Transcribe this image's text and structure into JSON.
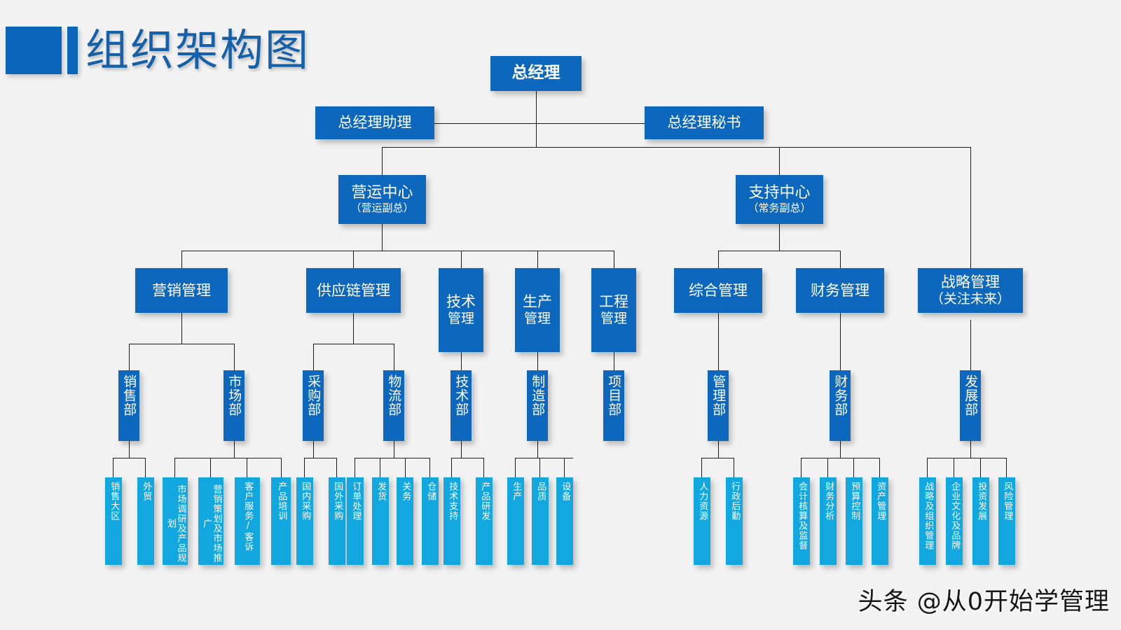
{
  "page": {
    "title": "组织架构图",
    "watermark": "头条 @从0开始学管理",
    "colors": {
      "background": "#f2f2f2",
      "dark_blue": "#0D67BC",
      "light_blue": "#12A7DF",
      "title_blue": "#1560A8",
      "line": "#1a1a1a"
    }
  },
  "chart_data": {
    "type": "diagram",
    "title": "组织架构图",
    "levels": 5
  },
  "nodes": {
    "gm": "总经理",
    "gm_assistant": "总经理助理",
    "gm_secretary": "总经理秘书",
    "ops_center": {
      "name": "营运中心",
      "sub": "（营运副总）"
    },
    "support_center": {
      "name": "支持中心",
      "sub": "（常务副总）"
    },
    "marketing_mgmt": "营销管理",
    "supply_chain_mgmt": "供应链管理",
    "tech_mgmt": {
      "l1": "技术",
      "l2": "管理"
    },
    "prod_mgmt": {
      "l1": "生产",
      "l2": "管理"
    },
    "eng_mgmt": {
      "l1": "工程",
      "l2": "管理"
    },
    "general_mgmt": "综合管理",
    "finance_mgmt": "财务管理",
    "strategy_mgmt": {
      "name": "战略管理",
      "sub": "（关注未来）"
    },
    "dept_sales": "销售部",
    "dept_market": "市场部",
    "dept_purchase": "采购部",
    "dept_logistics": "物流部",
    "dept_tech": "技术部",
    "dept_manufacture": "制造部",
    "dept_project": "项目部",
    "dept_admin": "管理部",
    "dept_finance": "财务部",
    "dept_develop": "发展部",
    "leaf_sales_region": "销售大区",
    "leaf_foreign_trade": "外贸",
    "leaf_market_research": "市场调研及产品规划",
    "leaf_marketing_promo": "营销策划及市场推广",
    "leaf_customer_service": "客户服务/客诉",
    "leaf_product_training": "产品培训",
    "leaf_domestic_purchase": "国内采购",
    "leaf_overseas_purchase": "国外采购",
    "leaf_order_processing": "订单处理",
    "leaf_shipping": "发货",
    "leaf_customs": "关务",
    "leaf_warehouse": "仓储",
    "leaf_tech_support": "技术支持",
    "leaf_product_rd": "产品研发",
    "leaf_production": "生产",
    "leaf_quality": "品质",
    "leaf_equipment": "设备",
    "leaf_hr": "人力资源",
    "leaf_admin_logistics": "行政后勤",
    "leaf_accounting": "会计核算及监督",
    "leaf_fin_analysis": "财务分析",
    "leaf_budget_control": "预算控制",
    "leaf_asset_mgmt": "资产管理",
    "leaf_strategy_org": "战略及组织管理",
    "leaf_culture_brand": "企业文化及品牌",
    "leaf_investment": "投资发展",
    "leaf_risk_mgmt": "风险管理"
  }
}
